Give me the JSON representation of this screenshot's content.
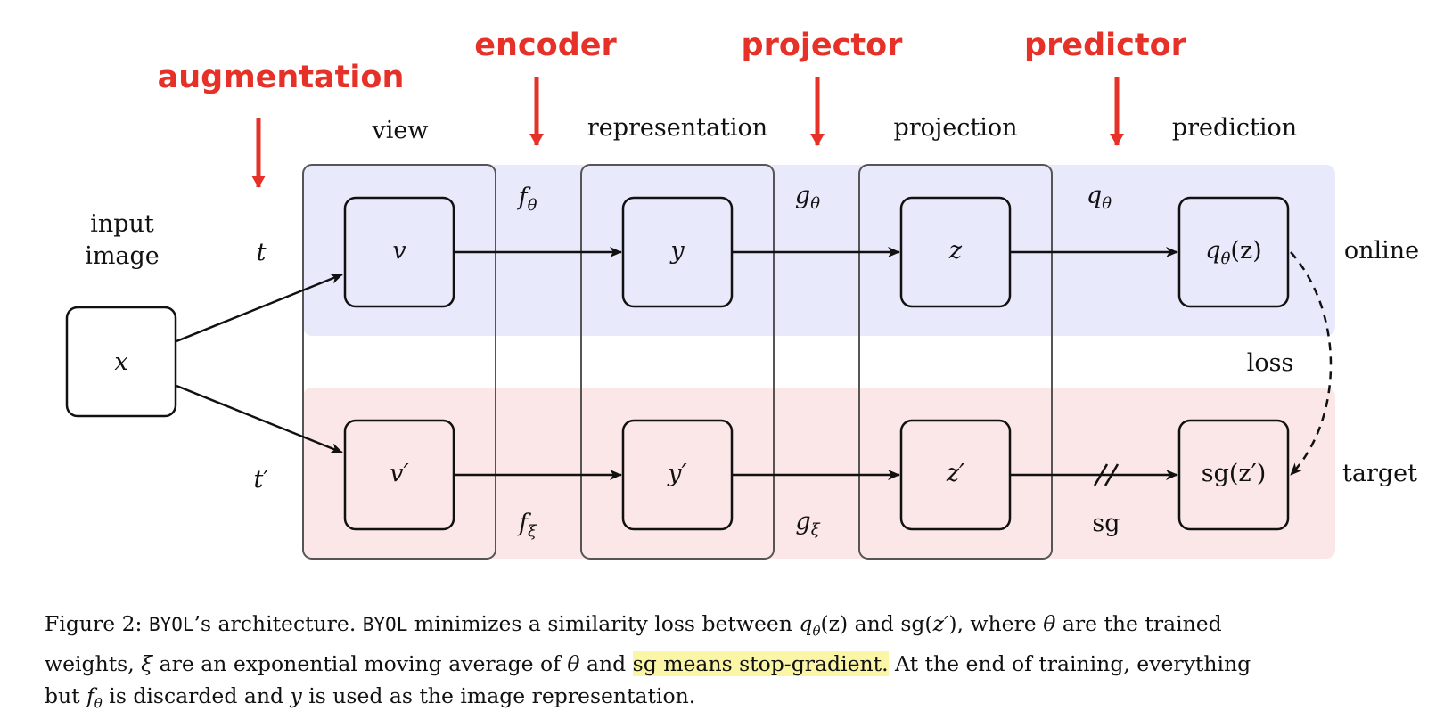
{
  "annotations": {
    "augmentation": "augmentation",
    "encoder": "encoder",
    "projector": "projector",
    "predictor": "predictor"
  },
  "stage_headers": {
    "view": "view",
    "representation": "representation",
    "projection": "projection",
    "prediction": "prediction"
  },
  "input": {
    "label_line1": "input",
    "label_line2": "image",
    "node": "x"
  },
  "online": {
    "label": "online",
    "t": "t",
    "v": "v",
    "y": "y",
    "z": "z",
    "q_prefix": "q",
    "q_sub": "θ",
    "q_suffix": "(z)",
    "f": "f",
    "f_sub": "θ",
    "g": "g",
    "g_sub": "θ",
    "q": "q",
    "q_label_sub": "θ"
  },
  "target": {
    "label": "target",
    "t": "t′",
    "v": "v′",
    "y": "y′",
    "z": "z′",
    "sg_node": "sg(z′)",
    "f": "f",
    "f_sub": "ξ",
    "g": "g",
    "g_sub": "ξ",
    "sg": "sg"
  },
  "loss": "loss",
  "colors": {
    "online_band": "#e8e9fb",
    "target_band": "#fbe7e7",
    "annotation_red": "#e53128"
  },
  "caption": {
    "fig": "Figure 2: ",
    "byol1": "BYOL",
    "t1": "’s architecture. ",
    "byol2": "BYOL",
    "t2": " minimizes a similarity loss between ",
    "qz": "q",
    "qz_sub": "θ",
    "qz_tail": "(z)",
    "t3": " and sg(",
    "zp": "z′",
    "t4": "), where ",
    "theta": "θ",
    "t5": " are the trained",
    "l2a": "weights, ",
    "xi": "ξ",
    "l2b": " are an exponential moving average of ",
    "theta2": "θ",
    "l2c": " and ",
    "highlight": "sg means stop-gradient.",
    "l2d": " At the end of training, everything",
    "l3a": "but ",
    "f": "f",
    "f_sub": "θ",
    "l3b": " is discarded and ",
    "y": "y",
    "l3c": " is used as the image representation."
  }
}
